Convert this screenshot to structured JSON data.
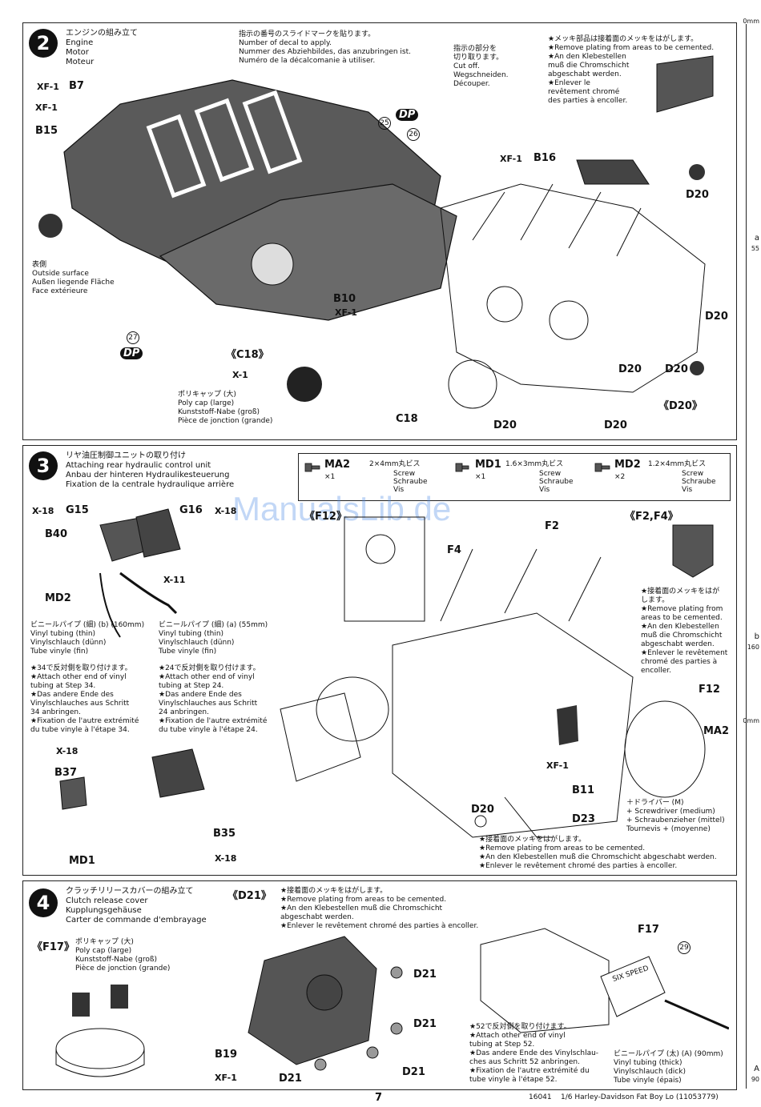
{
  "ruler": {
    "top": "0mm",
    "a_label": "a",
    "a_mm": "55",
    "b_label": "b",
    "b_mm": "160",
    "zero": "0mm",
    "A_label": "A",
    "A_mm": "90",
    "mm": "mm"
  },
  "watermark": "ManualsLib.de",
  "step2": {
    "number": "2",
    "title_jp": "エンジンの組み立て",
    "title_en": "Engine",
    "title_de": "Motor",
    "title_fr": "Moteur",
    "decal_note": "指示の番号のスライドマークを貼ります。\nNumber of decal to apply.\nNummer des Abziehbildes, das anzubringen ist.\nNuméro de la décalcomanie à utiliser.",
    "cut_note": "指示の部分を\n切り取ります。\nCut off.\nWegschneiden.\nDécouper.",
    "plating_note": "★メッキ部品は接着面のメッキをはがします。\n★Remove plating from areas to be cemented.\n★An den Klebestellen\nmuß die Chromschicht\nabgeschabt werden.\n★Enlever le\nrevêtement chromé\ndes parties à encoller.",
    "outside_note": "表側\nOutside surface\nAußen liegende Fläche\nFace extérieure",
    "polycap_note": "ポリキャップ (大)\nPoly cap (large)\nKunststoff-Nabe (groß)\nPièce de jonction (grande)",
    "labels": {
      "xf1_b7": "XF-1",
      "b7": "B7",
      "xf1_b15": "XF-1",
      "b15": "B15",
      "b16_prefix": "XF-1",
      "b16": "B16",
      "b10": "B10",
      "b10_paint": "XF-1",
      "c18": "C18",
      "c18_paint": "X-1",
      "c18_detail": "《C18》",
      "d20_detail": "《D20》",
      "d20": "D20",
      "dp": "DP",
      "decal25": "25",
      "decal26": "26",
      "decal27": "27"
    }
  },
  "step3": {
    "number": "3",
    "title_jp": "リヤ油圧制御ユニットの取り付け",
    "title_en": "Attaching rear hydraulic control unit",
    "title_de": "Anbau der hinteren Hydraulikesteuerung",
    "title_fr": "Fixation de la centrale hydraulique arrière",
    "parts": [
      {
        "code": "MA2",
        "size": "2×4mm丸ビス",
        "qty": "×1",
        "en": "Screw",
        "de": "Schraube",
        "fr": "Vis"
      },
      {
        "code": "MD1",
        "size": "1.6×3mm丸ビス",
        "qty": "×1",
        "en": "Screw",
        "de": "Schraube",
        "fr": "Vis"
      },
      {
        "code": "MD2",
        "size": "1.2×4mm丸ビス",
        "qty": "×2",
        "en": "Screw",
        "de": "Schraube",
        "fr": "Vis"
      }
    ],
    "tube_thin_b": "ビニールパイプ (細) (b) (160mm)\nVinyl tubing (thin)\nVinylschlauch (dünn)\nTube vinyle (fin)",
    "tube_thin_a": "ビニールパイプ (細) (a) (55mm)\nVinyl tubing (thin)\nVinylschlauch (dünn)\nTube vinyle (fin)",
    "attach_left": "★34で反対側を取り付けます。\n★Attach other end of vinyl\ntubing at Step 34.\n★Das andere Ende des\nVinylschlauches aus Schritt\n34 anbringen.\n★Fixation de l'autre extrémité\ndu tube vinyle à l'étape 34.",
    "attach_right": "★24で反対側を取り付けます。\n★Attach other end of vinyl\ntubing at Step 24.\n★Das andere Ende des\nVinylschlauches aus Schritt\n24 anbringen.\n★Fixation de l'autre extrémité\ndu tube vinyle à l'étape 24.",
    "plating_f": "★接着面のメッキをはが\nします。\n★Remove plating from\nareas to be cemented.\n★An den Klebestellen\nmuß die Chromschicht\nabgeschabt werden.\n★Enlever le revêtement\nchromé des parties à\nencoller.",
    "plating_bottom": "★接着面のメッキをはがします。\n★Remove plating from areas to be cemented.\n★An den Klebestellen muß die Chromschicht abgeschabt werden.\n★Enlever le revêtement chromé des parties à encoller.",
    "driver_note": "＋ドライバー (M)\n+ Screwdriver (medium)\n+ Schraubenzieher (mittel)\nTournevis + (moyenne)",
    "labels": {
      "g15": "G15",
      "g15_paint": "X-18",
      "g16": "G16",
      "g16_paint": "X-18",
      "b40": "B40",
      "x11": "X-11",
      "md2": "MD2",
      "b37": "B37",
      "b37_paint": "X-18",
      "md1": "MD1",
      "b35": "B35",
      "b35_paint": "X-18",
      "f12_detail": "《F12》",
      "f24_detail": "《F2,F4》",
      "f2": "F2",
      "f4": "F4",
      "f12": "F12",
      "ma2": "MA2",
      "b11": "B11",
      "b11_paint": "XF-1",
      "d20": "D20",
      "d23": "D23"
    }
  },
  "step4": {
    "number": "4",
    "title_jp": "クラッチリリースカバーの組み立て",
    "title_en": "Clutch release cover",
    "title_de": "Kupplungsgehäuse",
    "title_fr": "Carter de commande d'embrayage",
    "polycap_note": "ポリキャップ (大)\nPoly cap (large)\nKunststoff-Nabe (groß)\nPièce de jonction (grande)",
    "plating_note": "★接着面のメッキをはがします。\n★Remove plating from areas to be cemented.\n★An den Klebestellen muß die Chromschicht\nabgeschabt werden.\n★Enlever le revêtement chromé des parties à encoller.",
    "attach_note": "★52で反対側を取り付けます。\n★Attach other end of vinyl\ntubing at Step 52.\n★Das andere Ende des Vinylschlau-\nches aus Schritt 52 anbringen.\n★Fixation de l'autre extrémité du\ntube vinyle à l'étape 52.",
    "tube_thick": "ビニールパイプ (太) (A) (90mm)\nVinyl tubing (thick)\nVinylschlauch (dick)\nTube vinyle (épais)",
    "labels": {
      "f17_detail": "《F17》",
      "d21_detail": "《D21》",
      "d21": "D21",
      "f17": "F17",
      "b19": "B19",
      "b19_paint": "XF-1",
      "decal29": "29",
      "six_speed": "SIX SPEED"
    }
  },
  "footer": {
    "page": "7",
    "code": "16041",
    "title": "1/6 Harley-Davidson Fat Boy Lo (11053779)"
  }
}
